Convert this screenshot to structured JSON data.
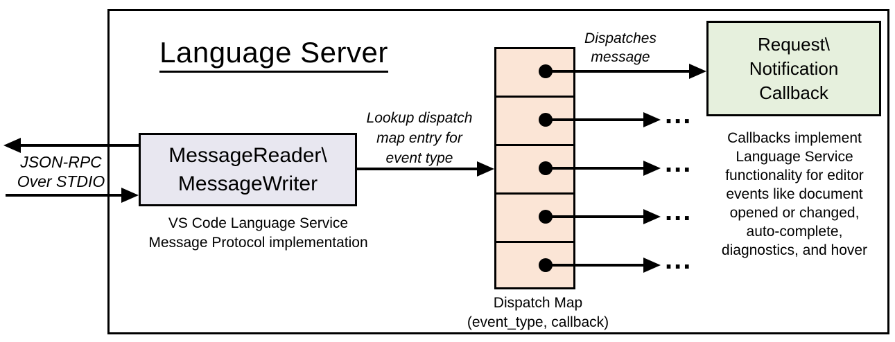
{
  "diagram": {
    "title": "Language Server",
    "io_label": "JSON-RPC\nOver STDIO",
    "reader_box_label": "MessageReader\\\nMessageWriter",
    "reader_caption": "VS Code Language Service\nMessage Protocol implementation",
    "lookup_label": "Lookup dispatch\nmap entry for\nevent type",
    "dispatches_label": "Dispatches\nmessage",
    "callback_box_label": "Request\\\nNotification\nCallback",
    "callbacks_caption": "Callbacks implement\nLanguage Service\nfunctionality for editor\nevents like document\nopened or changed,\nauto-complete,\ndiagnostics, and hover",
    "dispatch_map_caption": "Dispatch Map\n(event_type, callback)",
    "ellipsis": "...",
    "dispatch_map": {
      "cell_count": 5
    },
    "colors": {
      "reader_box_fill": "#e8e7f0",
      "dispatch_map_fill": "#fbe5d6",
      "callback_box_fill": "#e6f0dd",
      "border": "#000000",
      "background": "#ffffff"
    }
  }
}
